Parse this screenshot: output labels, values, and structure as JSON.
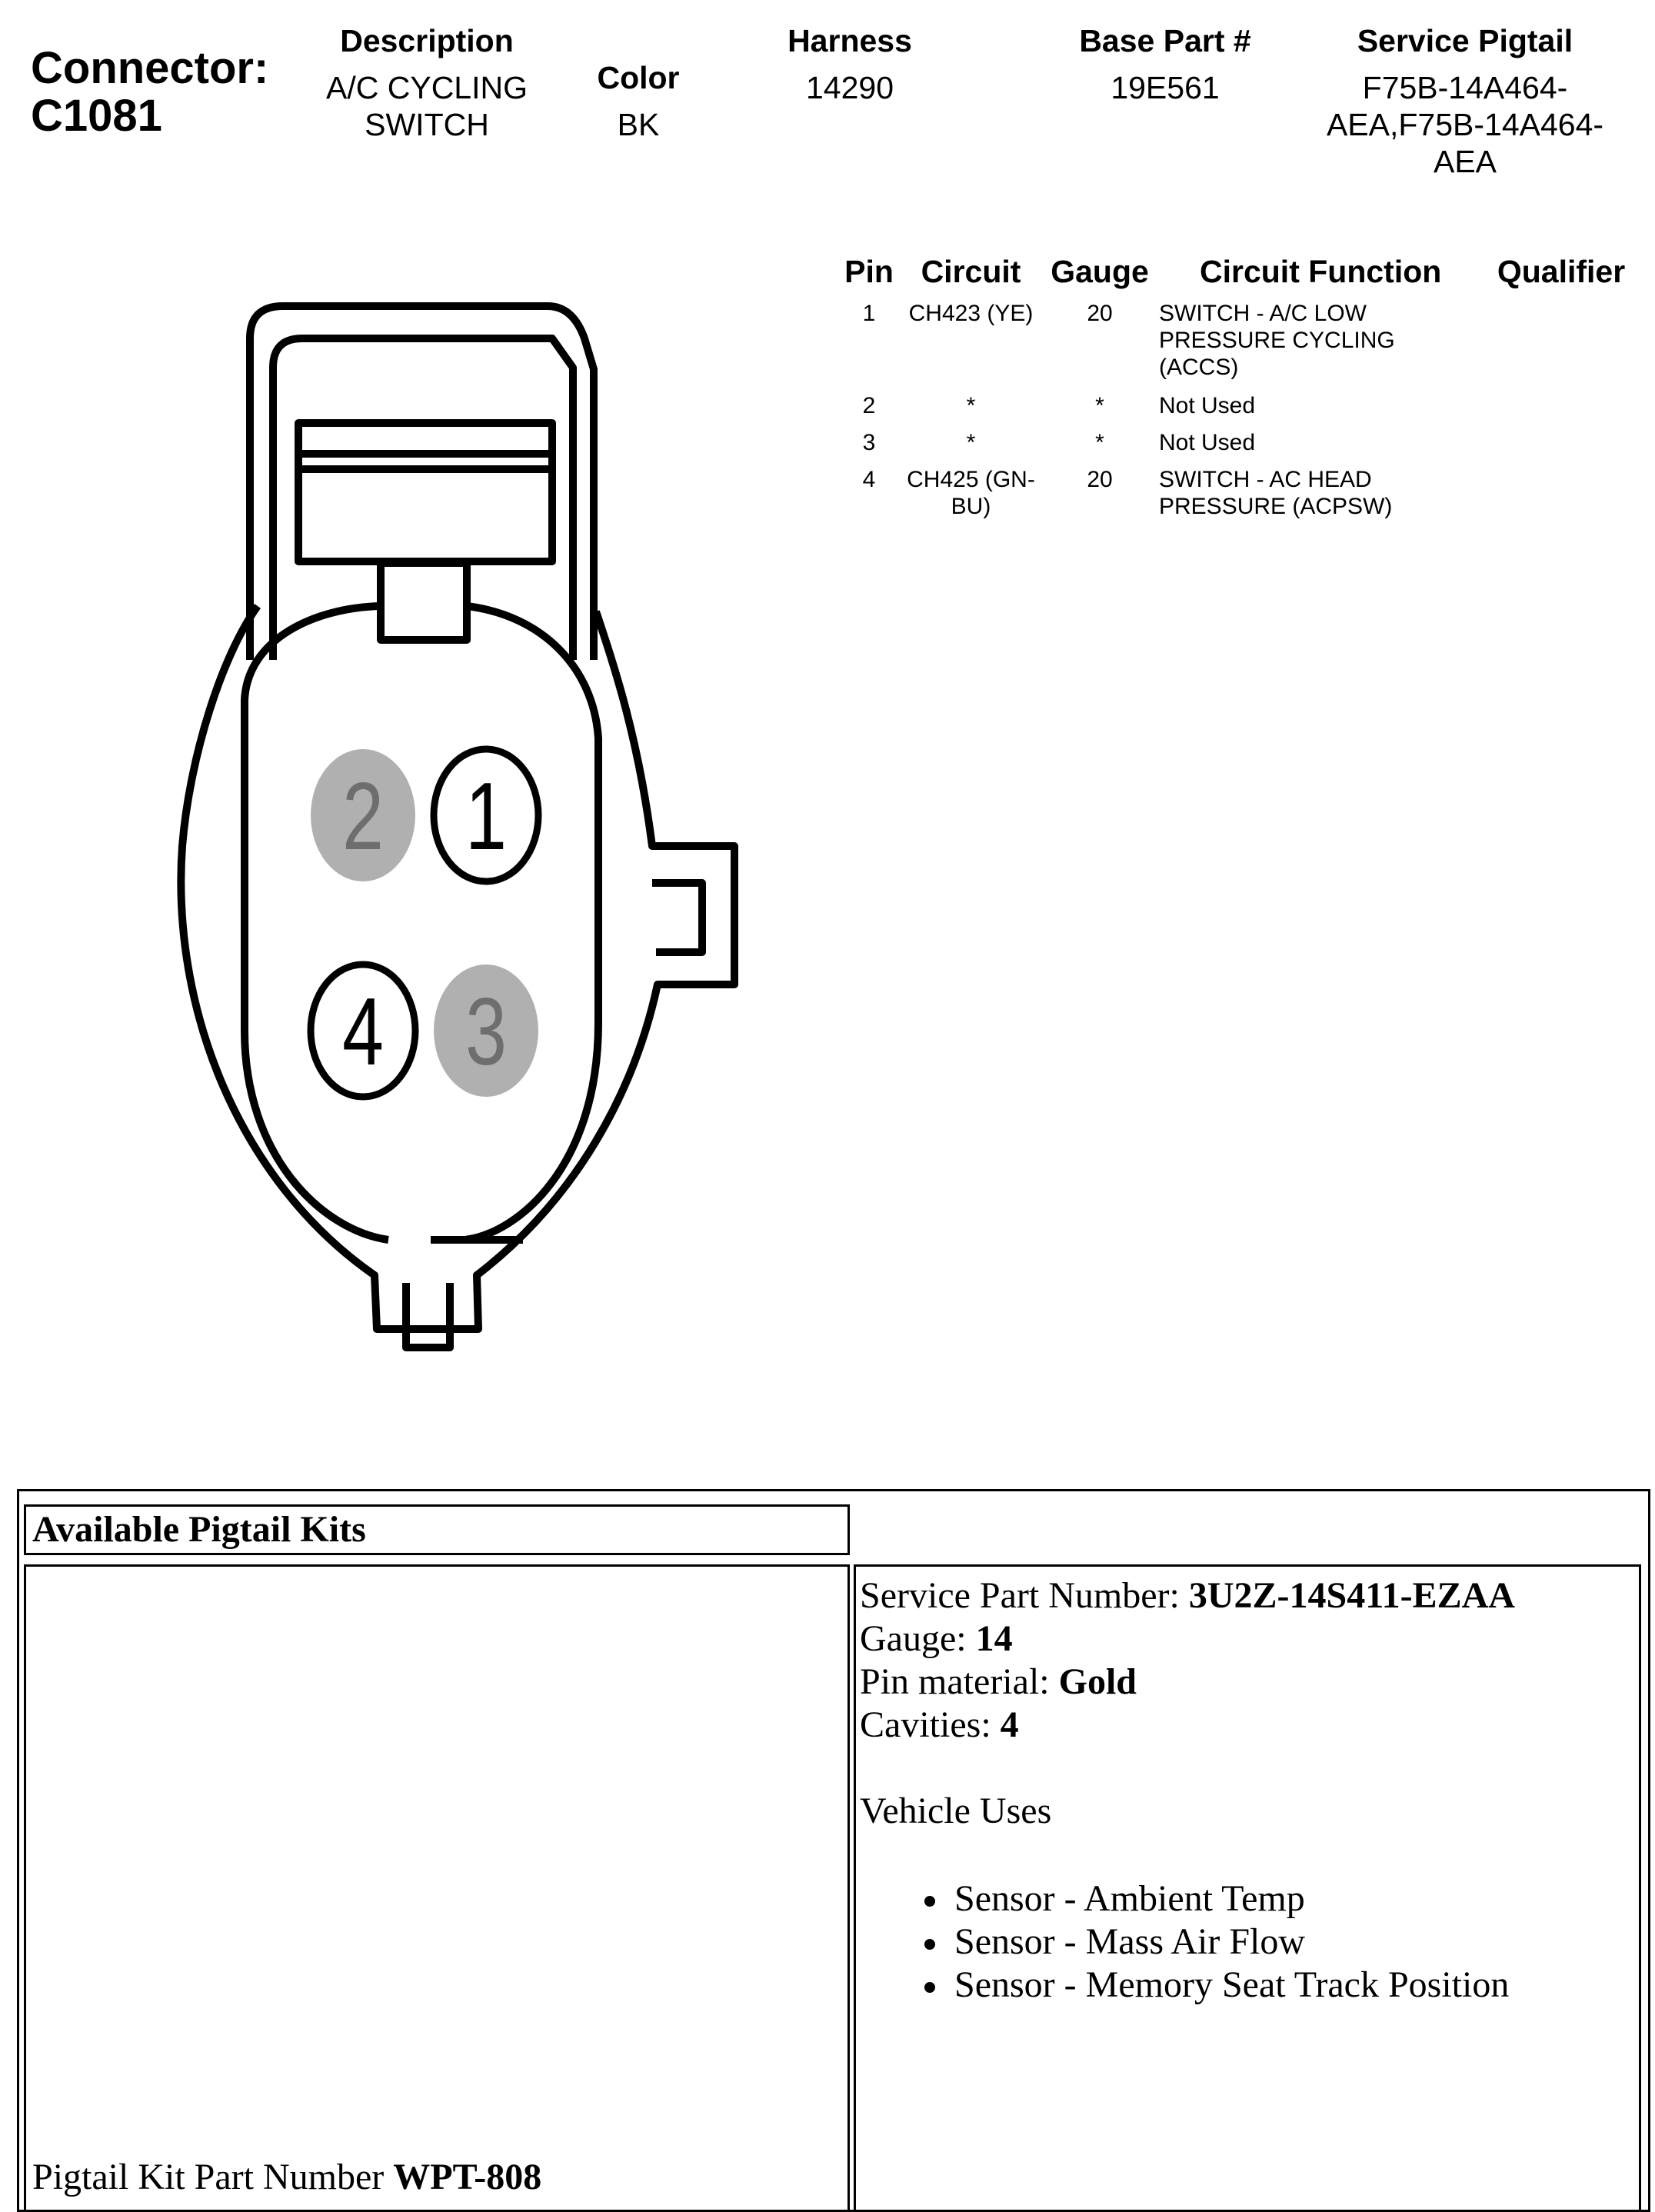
{
  "header": {
    "connector_label": "Connector:",
    "connector_id": "C1081",
    "description": {
      "title": "Description",
      "lines": [
        "A/C CYCLING",
        "SWITCH"
      ]
    },
    "color": {
      "title": "Color",
      "value": "BK"
    },
    "harness": {
      "title": "Harness",
      "value": "14290"
    },
    "base_part": {
      "title": "Base Part #",
      "value": "19E561"
    },
    "service_pigtail": {
      "title": "Service Pigtail",
      "lines": [
        "F75B-14A464-",
        "AEA,F75B-14A464-",
        "AEA"
      ]
    }
  },
  "pin_table": {
    "headers": {
      "pin": "Pin",
      "circuit": "Circuit",
      "gauge": "Gauge",
      "function": "Circuit Function",
      "qualifier": "Qualifier"
    },
    "rows": [
      {
        "pin": "1",
        "circuit": [
          "CH423 (YE)"
        ],
        "gauge": "20",
        "function": [
          "SWITCH - A/C LOW",
          "PRESSURE CYCLING",
          "(ACCS)"
        ]
      },
      {
        "pin": "2",
        "circuit": [
          "*"
        ],
        "gauge": "*",
        "function": [
          "Not Used"
        ]
      },
      {
        "pin": "3",
        "circuit": [
          "*"
        ],
        "gauge": "*",
        "function": [
          "Not Used"
        ]
      },
      {
        "pin": "4",
        "circuit": [
          "CH425 (GN-",
          "BU)"
        ],
        "gauge": "20",
        "function": [
          "SWITCH - AC HEAD",
          "PRESSURE (ACPSW)"
        ]
      }
    ]
  },
  "diagram": {
    "pins": [
      {
        "label": "1",
        "status": "used"
      },
      {
        "label": "2",
        "status": "unused"
      },
      {
        "label": "3",
        "status": "unused"
      },
      {
        "label": "4",
        "status": "used"
      }
    ],
    "colors": {
      "used_fill": "#ffffff",
      "unused_fill": "#b0b0b0",
      "unused_text": "#6e6e6e",
      "stroke": "#000000"
    }
  },
  "pigtail_kits": {
    "title": "Available Pigtail Kits",
    "service_part_label": "Service Part Number: ",
    "service_part_value": "3U2Z-14S411-EZAA",
    "gauge_label": "Gauge: ",
    "gauge_value": "14",
    "pin_material_label": "Pin material: ",
    "pin_material_value": "Gold",
    "cavities_label": "Cavities: ",
    "cavities_value": "4",
    "vehicle_uses_title": "Vehicle Uses",
    "vehicle_uses": [
      "Sensor - Ambient Temp",
      "Sensor - Mass Air Flow",
      "Sensor - Memory Seat Track Position"
    ],
    "kit_part_label": "Pigtail Kit Part Number ",
    "kit_part_value": "WPT-808"
  }
}
